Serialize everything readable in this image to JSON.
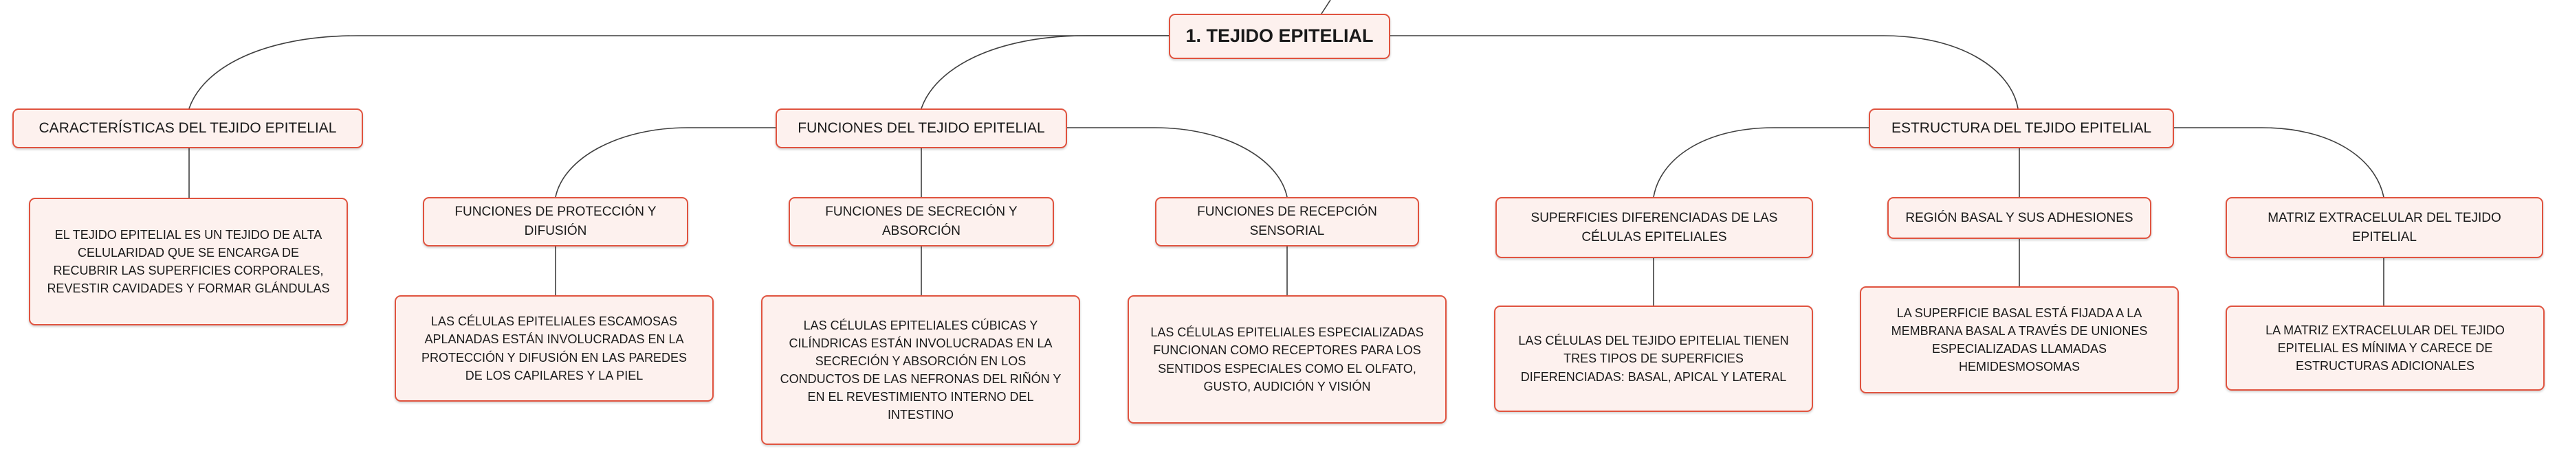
{
  "mindmap": {
    "root": {
      "label": "1. TEJIDO EPITELIAL"
    },
    "branches": [
      {
        "label": "CARACTERÍSTICAS DEL TEJIDO EPITELIAL",
        "detail": "EL TEJIDO EPITELIAL ES UN TEJIDO DE ALTA CELULARIDAD QUE SE ENCARGA DE RECUBRIR LAS SUPERFICIES CORPORALES, REVESTIR CAVIDADES Y FORMAR GLÁNDULAS"
      },
      {
        "label": "FUNCIONES DEL TEJIDO EPITELIAL",
        "children": [
          {
            "label": "FUNCIONES DE PROTECCIÓN Y DIFUSIÓN",
            "detail": "LAS CÉLULAS EPITELIALES ESCAMOSAS APLANADAS ESTÁN INVOLUCRADAS EN LA PROTECCIÓN Y DIFUSIÓN EN LAS PAREDES DE LOS CAPILARES Y LA PIEL"
          },
          {
            "label": "FUNCIONES DE SECRECIÓN Y ABSORCIÓN",
            "detail": "LAS CÉLULAS EPITELIALES CÚBICAS Y CILÍNDRICAS ESTÁN INVOLUCRADAS EN LA SECRECIÓN Y ABSORCIÓN EN LOS CONDUCTOS DE LAS NEFRONAS DEL RIÑÓN Y EN EL REVESTIMIENTO INTERNO DEL INTESTINO"
          },
          {
            "label": "FUNCIONES DE RECEPCIÓN SENSORIAL",
            "detail": "LAS CÉLULAS EPITELIALES ESPECIALIZADAS FUNCIONAN COMO RECEPTORES PARA LOS SENTIDOS ESPECIALES COMO EL OLFATO, GUSTO, AUDICIÓN Y VISIÓN"
          }
        ]
      },
      {
        "label": "ESTRUCTURA DEL TEJIDO EPITELIAL",
        "children": [
          {
            "label": "SUPERFICIES DIFERENCIADAS DE LAS CÉLULAS EPITELIALES",
            "detail": "LAS CÉLULAS DEL TEJIDO EPITELIAL TIENEN TRES TIPOS DE SUPERFICIES DIFERENCIADAS: BASAL, APICAL Y LATERAL"
          },
          {
            "label": "REGIÓN BASAL Y SUS ADHESIONES",
            "detail": "LA SUPERFICIE BASAL ESTÁ FIJADA A LA MEMBRANA BASAL A TRAVÉS DE UNIONES ESPECIALIZADAS LLAMADAS HEMIDESMOSOMAS"
          },
          {
            "label": "MATRIZ EXTRACELULAR DEL TEJIDO EPITELIAL",
            "detail": "LA MATRIZ EXTRACELULAR DEL TEJIDO EPITELIAL ES MÍNIMA Y CARECE DE ESTRUCTURAS ADICIONALES"
          }
        ]
      }
    ]
  }
}
